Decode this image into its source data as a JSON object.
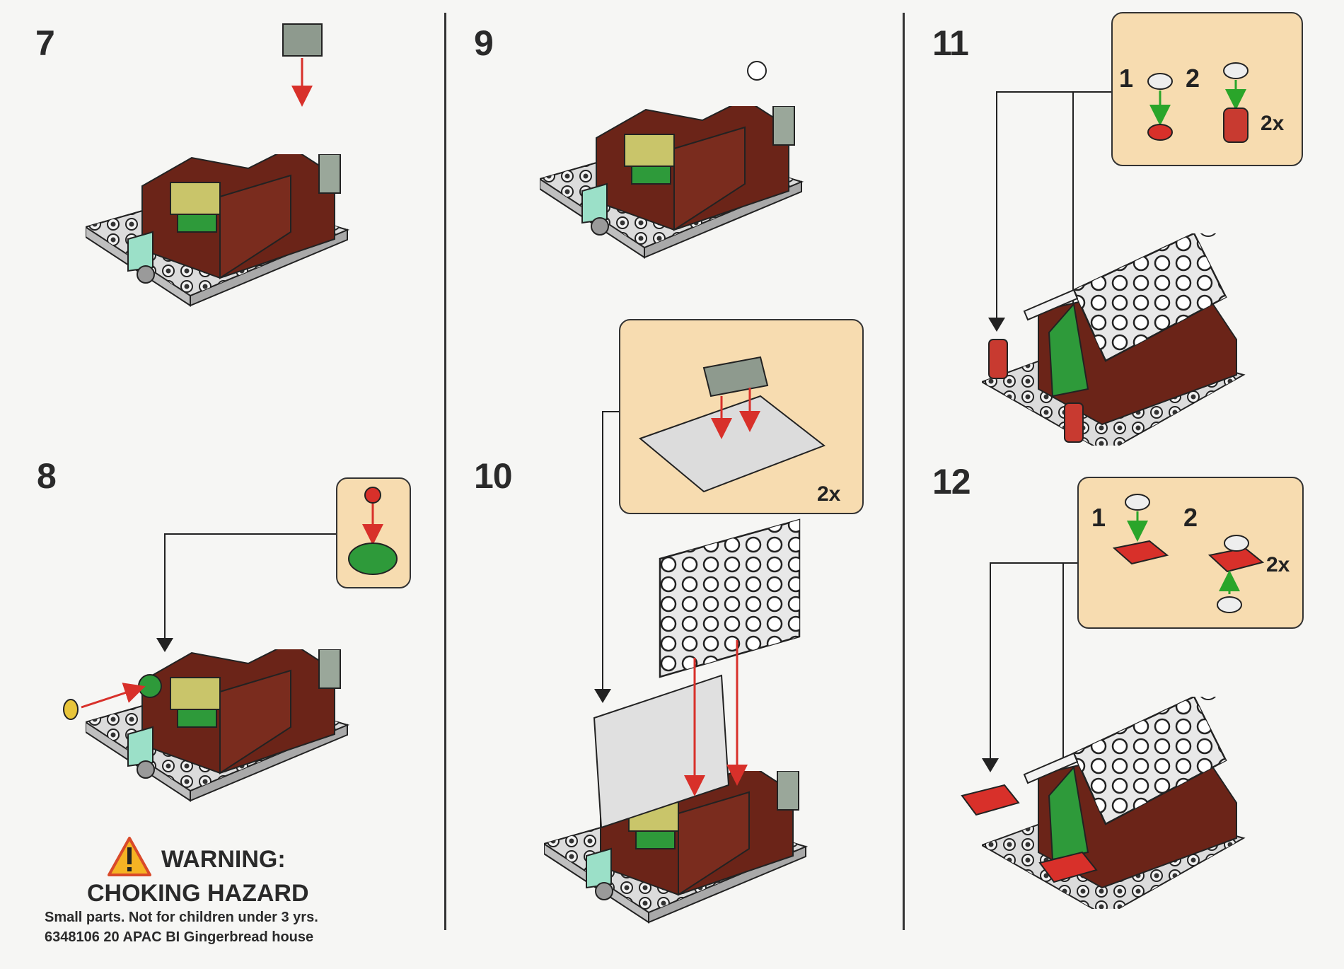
{
  "steps": {
    "s7": "7",
    "s8": "8",
    "s9": "9",
    "s10": "10",
    "s11": "11",
    "s12": "12"
  },
  "callouts": {
    "step10": {
      "multiplier": "2x"
    },
    "step11": {
      "sub1": "1",
      "sub2": "2",
      "multiplier": "2x"
    },
    "step12": {
      "sub1": "1",
      "sub2": "2",
      "multiplier": "2x"
    }
  },
  "warning": {
    "title": "WARNING:",
    "hazard": "CHOKING HAZARD",
    "detail": "Small parts. Not for children under 3 yrs.",
    "code": "6348106 20 APAC BI Gingerbread house"
  },
  "colors": {
    "callout_bg": "#f7dcb0",
    "brown": "#6b2418",
    "plate": "#d8d8d8",
    "arrow_red": "#d8302a",
    "arrow_green": "#2aa52a",
    "warning_yellow": "#f5b324"
  }
}
